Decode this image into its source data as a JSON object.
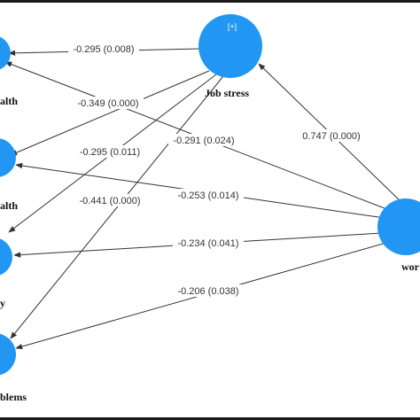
{
  "nodes": {
    "job_stress": {
      "label": "Job stress",
      "expand_icon": "[+]"
    },
    "left1": {
      "label": "alth"
    },
    "left2": {
      "label": "alth"
    },
    "left3": {
      "label": "y"
    },
    "left4": {
      "label": "blems"
    },
    "right": {
      "label": "wor"
    }
  },
  "edges": [
    {
      "id": "e1",
      "label": "-0.295 (0.008)"
    },
    {
      "id": "e2",
      "label": "-0.349 (0.000)"
    },
    {
      "id": "e3",
      "label": "-0.295 (0.011)"
    },
    {
      "id": "e4",
      "label": "-0.441 (0.000)"
    },
    {
      "id": "e5",
      "label": "-0.291 (0.024)"
    },
    {
      "id": "e6",
      "label": "-0.253 (0.014)"
    },
    {
      "id": "e7",
      "label": "-0.234 (0.041)"
    },
    {
      "id": "e8",
      "label": "-0.206 (0.038)"
    },
    {
      "id": "e9",
      "label": "0.747 (0.000)"
    }
  ],
  "colors": {
    "node": "#2196F3",
    "edge": "#333333"
  }
}
